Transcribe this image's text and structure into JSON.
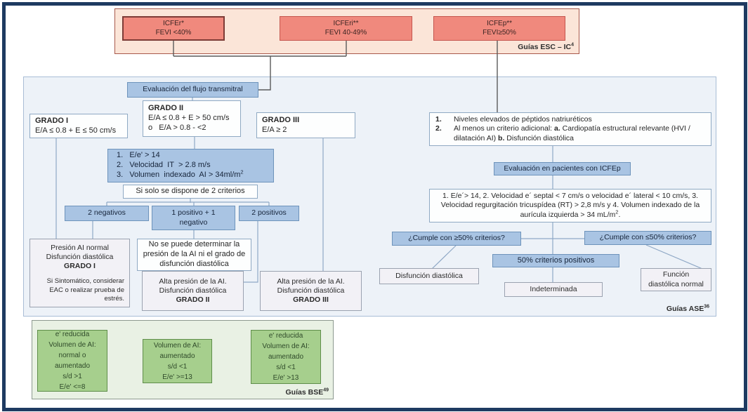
{
  "colors": {
    "frame_navy": "#1e3a61",
    "peach_panel": "#fbe5d8",
    "red_box_fill": "#f0897d",
    "blue_panel": "#edf2f8",
    "blue_box_fill": "#a9c4e3",
    "result_box_fill": "#f2f1f6",
    "green_panel": "#e9f1e4",
    "green_box_fill": "#a6cf8d"
  },
  "header": {
    "source_label": "Guías ESC – IC",
    "source_sup": "4",
    "boxes": [
      {
        "title": "ICFEr*",
        "subtitle": "FEVI <40%"
      },
      {
        "title": "ICFEri**",
        "subtitle": "FEVI 40-49%"
      },
      {
        "title": "ICFEp**",
        "subtitle": "FEVI≥50%"
      }
    ]
  },
  "left": {
    "eval_transmitral": "Evaluación del flujo transmitral",
    "grado1": {
      "title": "GRADO I",
      "line1": "E/A ≤ 0.8 + E ≤ 50 cm/s"
    },
    "grado2": {
      "title": "GRADO II",
      "line1": "E/A ≤ 0.8 + E > 50 cm/s",
      "line2": "o   E/A > 0.8 - <2"
    },
    "grado3": {
      "title": "GRADO III",
      "line1": "E/A ≥ 2"
    },
    "criteria": {
      "item1": "1.   E/e' > 14",
      "item2": "2.   Velocidad  IT  > 2.8 m/s",
      "item3_text": "3.   Volumen  indexado  AI > 34ml/m",
      "item3_sup": "2"
    },
    "si_solo": "Si solo se dispone de 2 criterios",
    "outcome_negativos": "2 negativos",
    "outcome_mixto": "1 positivo + 1 negativo",
    "outcome_positivos": "2 positivos",
    "presion_normal": {
      "lines": "Presión AI normal\nDisfunción diastólica",
      "grade": "GRADO I",
      "note": "Si Sintomático, considerar EAC o realizar prueba de estrés."
    },
    "no_determinar": "No se puede determinar la presión de la AI ni el grado de disfunción diastólica",
    "alta_g2": {
      "line1": "Alta presión de la AI.",
      "line2": "Disfunción diastólica",
      "grade": "GRADO II"
    },
    "alta_g3": {
      "line1": "Alta presión de la AI.",
      "line2": "Disfunción diastólica",
      "grade": "GRADO III"
    }
  },
  "right": {
    "criterios1": {
      "num1": "1.",
      "item1": "Niveles elevados de péptidos natriuréticos",
      "num2": "2.",
      "item2_p1": "Al menos un criterio adicional: ",
      "item2_b1": "a.",
      "item2_p2": " Cardiopatía estructural relevante (HVI / dilatación AI) ",
      "item2_b2": "b.",
      "item2_p3": " Disfunción diastólica"
    },
    "eval_icfep": "Evaluación en pacientes con ICFEp",
    "criterios2": {
      "text": "1. E/e´> 14, 2. Velocidad e´ septal < 7 cm/s o velocidad e´ lateral < 10 cm/s, 3. Velocidad regurgitación tricuspídea (RT) > 2,8 m/s y 4. Volumen indexado de la aurícula izquierda > 34 mL/m",
      "sup": "2",
      "tail": "."
    },
    "cumple_ge": "¿Cumple con ≥50% criterios?",
    "cumple_le": "¿Cumple con ≤50% criterios?",
    "criterios_pos": "50% criterios positivos",
    "disfuncion": "Disfunción diastólica",
    "indeterminada": "Indeterminada",
    "funcion_normal": "Función\ndiastólica normal",
    "source_label": "Guías ASE",
    "source_sup": "36"
  },
  "bottom": {
    "box1": "e' reducida\nVolumen de AI:\nnormal o\naumentado\ns/d >1\nE/e' <=8",
    "box2": "Volumen de AI:\naumentado\ns/d <1\nE/e' >=13",
    "box3": "e' reducida\nVolumen de AI:\naumentado\ns/d <1\nE/e' >13",
    "source_label": "Guías BSE",
    "source_sup": "49"
  }
}
